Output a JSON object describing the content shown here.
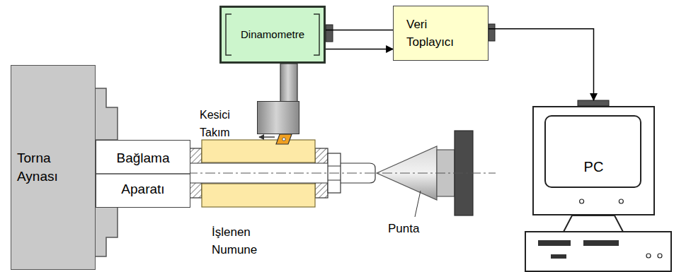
{
  "diagram": {
    "nodes": [
      {
        "text": [
          "Dinamometre"
        ]
      },
      {
        "text": [
          "Veri Toplayıcı"
        ]
      },
      {
        "text": [
          "Kesici Takım"
        ]
      },
      {
        "text": [
          "Torna Aynası"
        ]
      },
      {
        "text": [
          "Bağlama Aparatı"
        ]
      },
      {
        "text": [
          "İşlenen Numune"
        ]
      },
      {
        "text": [
          "Punta"
        ]
      },
      {
        "text": [
          "PC"
        ]
      }
    ],
    "edges": [
      {
        "from": 0,
        "to": 1,
        "arrow": "none"
      },
      {
        "from": 0,
        "to": 1,
        "arrow": "to"
      },
      {
        "from": 1,
        "to": 7,
        "arrow": "to"
      }
    ]
  }
}
